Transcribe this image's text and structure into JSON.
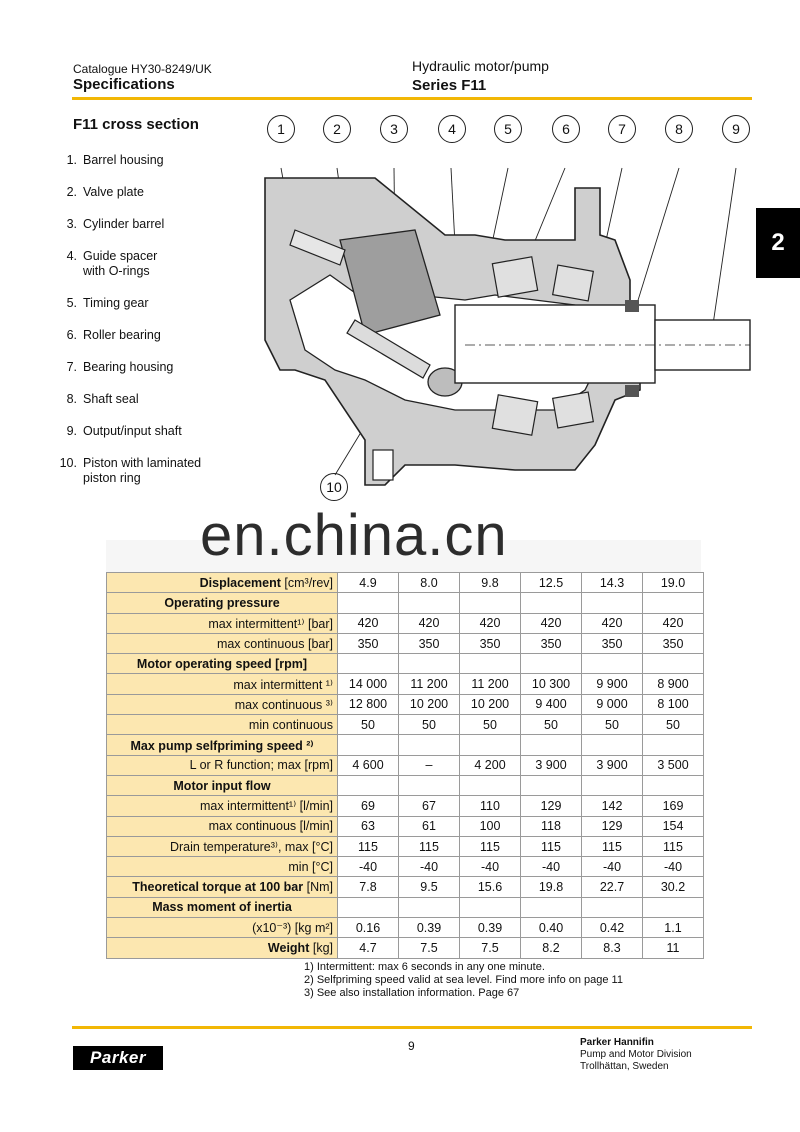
{
  "header": {
    "catalogue": "Catalogue HY30-8249/UK",
    "specifications": "Specifications",
    "product": "Hydraulic motor/pump",
    "series": "Series F11"
  },
  "section_title": "F11 cross section",
  "parts": [
    {
      "num": "1.",
      "label": "Barrel housing"
    },
    {
      "num": "2.",
      "label": "Valve plate"
    },
    {
      "num": "3.",
      "label": "Cylinder barrel"
    },
    {
      "num": "4.",
      "label": "Guide spacer",
      "label2": "with O-rings"
    },
    {
      "num": "5.",
      "label": "Timing gear"
    },
    {
      "num": "6.",
      "label": "Roller bearing"
    },
    {
      "num": "7.",
      "label": "Bearing housing"
    },
    {
      "num": "8.",
      "label": "Shaft seal"
    },
    {
      "num": "9.",
      "label": "Output/input shaft"
    },
    {
      "num": "10.",
      "label": "Piston with laminated",
      "label2": "piston ring"
    }
  ],
  "callouts": [
    "1",
    "2",
    "3",
    "4",
    "5",
    "6",
    "7",
    "8",
    "9",
    "10"
  ],
  "tab_label": "2",
  "watermark": "en.china.cn",
  "table": {
    "rows": [
      {
        "label": "Displacement",
        "unit": "[cm³/rev]",
        "bold": true,
        "values": [
          "4.9",
          "8.0",
          "9.8",
          "12.5",
          "14.3",
          "19.0"
        ]
      },
      {
        "label": "Operating pressure",
        "unit": "",
        "bold": true,
        "header": true,
        "values": []
      },
      {
        "label": "max intermittent¹⁾",
        "unit": "[bar]",
        "values": [
          "420",
          "420",
          "420",
          "420",
          "420",
          "420"
        ]
      },
      {
        "label": "max continuous",
        "unit": "[bar]",
        "values": [
          "350",
          "350",
          "350",
          "350",
          "350",
          "350"
        ]
      },
      {
        "label": "Motor operating speed",
        "unit": "[rpm]",
        "bold": true,
        "header": true,
        "values": []
      },
      {
        "label": "max intermittent ¹⁾",
        "unit": "",
        "values": [
          "14 000",
          "11 200",
          "11 200",
          "10 300",
          "9 900",
          "8 900"
        ]
      },
      {
        "label": "max continuous ³⁾",
        "unit": "",
        "values": [
          "12 800",
          "10 200",
          "10 200",
          "9 400",
          "9 000",
          "8 100"
        ]
      },
      {
        "label": "min continuous",
        "unit": "",
        "values": [
          "50",
          "50",
          "50",
          "50",
          "50",
          "50"
        ]
      },
      {
        "label": "Max pump selfpriming speed ²⁾",
        "unit": "",
        "bold": true,
        "header": true,
        "values": []
      },
      {
        "label": "L or R function; max",
        "unit": "[rpm]",
        "values": [
          "4 600",
          "–",
          "4 200",
          "3 900",
          "3 900",
          "3 500"
        ]
      },
      {
        "label": "Motor input flow",
        "unit": "",
        "bold": true,
        "header": true,
        "values": []
      },
      {
        "label": "max intermittent¹⁾",
        "unit": "[l/min]",
        "values": [
          "69",
          "67",
          "110",
          "129",
          "142",
          "169"
        ]
      },
      {
        "label": "max continuous",
        "unit": "[l/min]",
        "values": [
          "63",
          "61",
          "100",
          "118",
          "129",
          "154"
        ]
      },
      {
        "label": "Drain temperature³⁾, max",
        "unit": "[°C]",
        "boldLabel": "Drain temperature",
        "values": [
          "115",
          "115",
          "115",
          "115",
          "115",
          "115"
        ]
      },
      {
        "label": "min",
        "unit": "[°C]",
        "values": [
          "-40",
          "-40",
          "-40",
          "-40",
          "-40",
          "-40"
        ]
      },
      {
        "label": "Theoretical torque at 100 bar",
        "unit": "[Nm]",
        "bold": true,
        "values": [
          "7.8",
          "9.5",
          "15.6",
          "19.8",
          "22.7",
          "30.2"
        ]
      },
      {
        "label": "Mass moment of inertia",
        "unit": "",
        "bold": true,
        "header": true,
        "values": []
      },
      {
        "label": "(x10⁻³)",
        "unit": "[kg m²]",
        "values": [
          "0.16",
          "0.39",
          "0.39",
          "0.40",
          "0.42",
          "1.1"
        ]
      },
      {
        "label": "Weight",
        "unit": "[kg]",
        "bold": true,
        "values": [
          "4.7",
          "7.5",
          "7.5",
          "8.2",
          "8.3",
          "11"
        ]
      }
    ]
  },
  "footnotes": [
    "1) Intermittent: max 6 seconds in any one minute.",
    "2) Selfpriming speed valid at sea level. Find more info on page 11",
    "3) See also installation information. Page 67"
  ],
  "footer": {
    "logo": "Parker",
    "page": "9",
    "company": "Parker Hannifin",
    "division": "Pump and Motor Division",
    "location": "Trollhättan, Sweden"
  }
}
